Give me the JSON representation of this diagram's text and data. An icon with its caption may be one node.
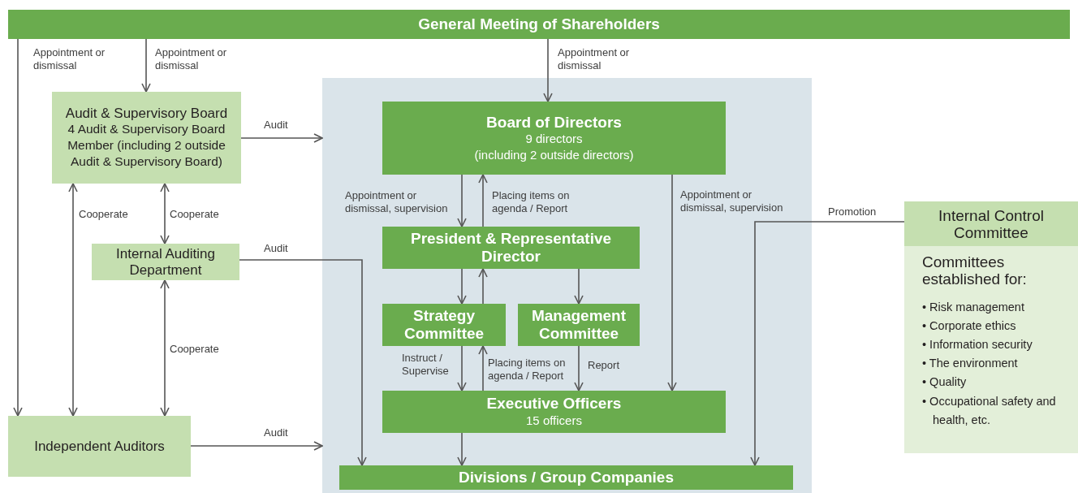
{
  "diagram": {
    "nodes": [
      {
        "text": [
          "General Meeting of Shareholders"
        ]
      },
      {
        "text": [
          "Audit & Supervisory Board",
          "4 Audit & Supervisory Board Member (including 2 outside Audit & Supervisory Board)"
        ]
      },
      {
        "text": [
          "Internal Auditing Department"
        ]
      },
      {
        "text": [
          "Independent Auditors"
        ]
      },
      {
        "text": [],
        "shape": "box"
      },
      {
        "text": [
          "Board of Directors",
          "9 directors",
          "(including 2 outside directors)"
        ],
        "in": 4
      },
      {
        "text": [
          "President & Representative Director"
        ],
        "in": 4
      },
      {
        "text": [
          "Strategy Committee"
        ],
        "in": 4
      },
      {
        "text": [
          "Management Committee"
        ],
        "in": 4
      },
      {
        "text": [
          "Executive Officers",
          "15 officers"
        ],
        "in": 4
      },
      {
        "text": [
          "Divisions / Group Companies"
        ],
        "in": 4
      },
      {
        "text": [
          "Internal Control Committee",
          "Committees established for:",
          "• Risk management",
          "• Corporate ethics",
          "• Information security",
          "• The environment",
          "• Quality",
          "• Occupational safety and health, etc."
        ]
      }
    ],
    "edges": [
      {
        "from": 0,
        "to": 3,
        "arrow": "to",
        "label": "Appointment or dismissal"
      },
      {
        "from": 0,
        "to": 1,
        "arrow": "to",
        "label": "Appointment or dismissal"
      },
      {
        "from": 0,
        "to": 5,
        "arrow": "to",
        "label": "Appointment or dismissal"
      },
      {
        "from": 1,
        "to": 4,
        "arrow": "to",
        "label": "Audit"
      },
      {
        "from": 1,
        "to": 2,
        "arrow": "both",
        "label": "Cooperate"
      },
      {
        "from": 1,
        "to": 3,
        "arrow": "both",
        "label": "Cooperate"
      },
      {
        "from": 2,
        "to": 10,
        "arrow": "to",
        "label": "Audit"
      },
      {
        "from": 2,
        "to": 3,
        "arrow": "both",
        "label": "Cooperate"
      },
      {
        "from": 3,
        "to": 4,
        "arrow": "to",
        "label": "Audit"
      },
      {
        "from": 5,
        "to": 6,
        "arrow": "to",
        "label": "Appointment or dismissal, supervision"
      },
      {
        "from": 6,
        "to": 5,
        "arrow": "to",
        "label": "Placing items on agenda / Report"
      },
      {
        "from": 6,
        "to": 7,
        "arrow": "to"
      },
      {
        "from": 7,
        "to": 6,
        "arrow": "to"
      },
      {
        "from": 6,
        "to": 8,
        "arrow": "to"
      },
      {
        "from": 7,
        "to": 9,
        "arrow": "to",
        "label": "Instruct / Supervise"
      },
      {
        "from": 9,
        "to": 7,
        "arrow": "to",
        "label": "Placing items on agenda / Report"
      },
      {
        "from": 8,
        "to": 9,
        "arrow": "to",
        "label": "Report"
      },
      {
        "from": 5,
        "to": 9,
        "arrow": "to",
        "label": "Appointment or dismissal, supervision"
      },
      {
        "from": 9,
        "to": 10,
        "arrow": "to"
      },
      {
        "from": 11,
        "to": 10,
        "arrow": "to",
        "label": "Promotion"
      }
    ]
  }
}
